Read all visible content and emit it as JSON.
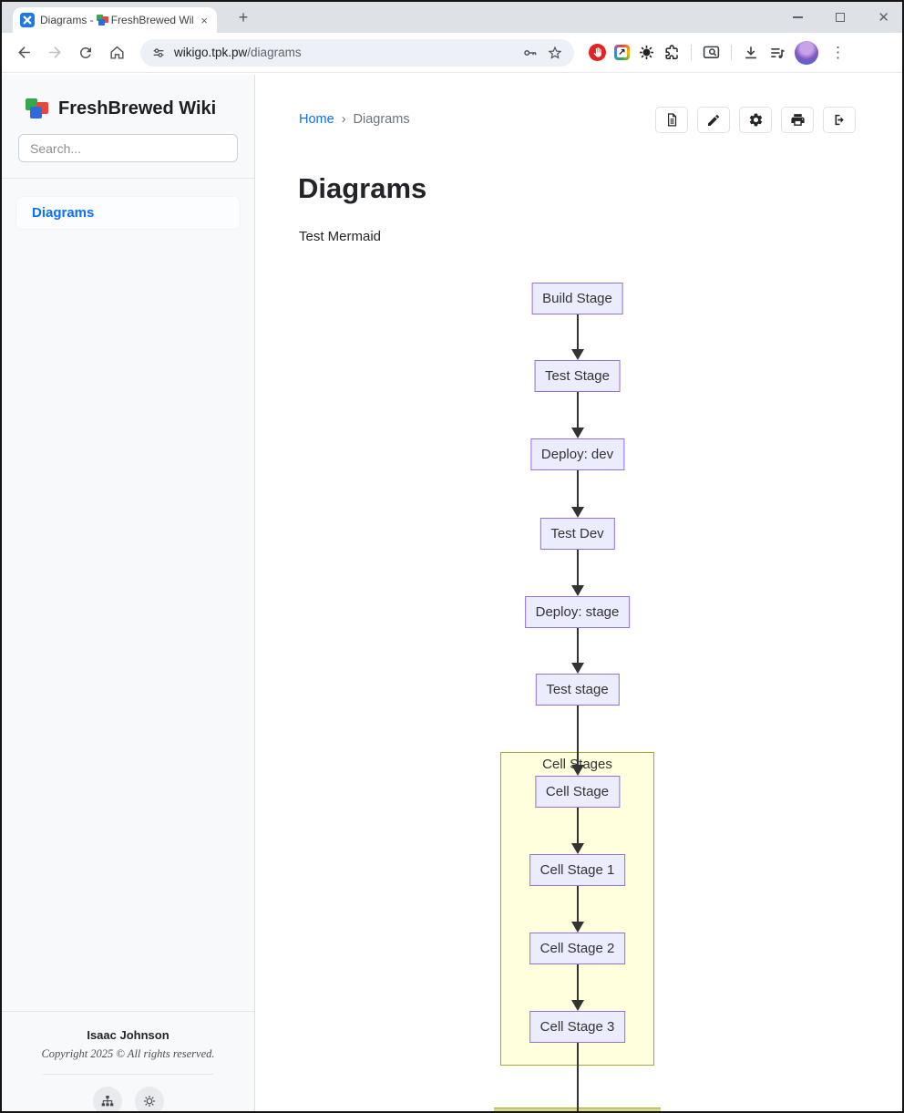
{
  "browser": {
    "tab": {
      "title_prefix": "Diagrams -",
      "title_suffix": "FreshBrewed Wik"
    },
    "address_bar": {
      "url_host": "wikigo.tpk.pw",
      "url_path": "/diagrams"
    },
    "toolbar_icons": [
      "back-icon",
      "forward-icon",
      "reload-icon",
      "home-icon",
      "tune-icon",
      "password-key-icon",
      "bookmark-star-icon",
      "adblock-hand-icon",
      "image-extension-icon",
      "sun-extension-icon",
      "extensions-puzzle-icon",
      "screen-search-icon",
      "downloads-icon",
      "media-playlist-icon",
      "profile-avatar",
      "kebab-menu-icon"
    ]
  },
  "icons": {
    "new_tab": "+",
    "tab_close": "×",
    "window_close": "✕",
    "kebab": "⋮",
    "breadcrumb_sep": "›",
    "image_arrow": "↗"
  },
  "sidebar": {
    "brand": "FreshBrewed Wiki",
    "search_placeholder": "Search...",
    "nav": [
      {
        "label": "Diagrams"
      }
    ],
    "footer": {
      "author": "Isaac Johnson",
      "copyright": "Copyright 2025 © All rights reserved.",
      "buttons": [
        "sitemap-icon",
        "gear-icon"
      ]
    }
  },
  "main": {
    "breadcrumb": {
      "home": "Home",
      "current": "Diagrams"
    },
    "title": "Diagrams",
    "subtitle": "Test Mermaid",
    "actions": [
      "source-document-icon",
      "edit-pencil-icon",
      "settings-gear-icon",
      "print-icon",
      "export-sign-out-icon"
    ]
  },
  "diagram": {
    "type": "flowchart",
    "direction": "top-down",
    "nodes": [
      "Build Stage",
      "Test Stage",
      "Deploy: dev",
      "Test Dev",
      "Deploy: stage",
      "Test stage",
      "Cell Stage",
      "Cell Stage 1",
      "Cell Stage 2",
      "Cell Stage 3"
    ],
    "edges": [
      [
        "Build Stage",
        "Test Stage"
      ],
      [
        "Test Stage",
        "Deploy: dev"
      ],
      [
        "Deploy: dev",
        "Test Dev"
      ],
      [
        "Test Dev",
        "Deploy: stage"
      ],
      [
        "Deploy: stage",
        "Test stage"
      ],
      [
        "Test stage",
        "Cell Stage"
      ],
      [
        "Cell Stage",
        "Cell Stage 1"
      ],
      [
        "Cell Stage 1",
        "Cell Stage 2"
      ],
      [
        "Cell Stage 2",
        "Cell Stage 3"
      ],
      [
        "Cell Stage 3",
        "(continues below viewport)"
      ]
    ],
    "subgraph": {
      "title": "Cell Stages",
      "members": [
        "Cell Stage",
        "Cell Stage 1",
        "Cell Stage 2",
        "Cell Stage 3"
      ]
    },
    "colors": {
      "node_fill": "#ECECFF",
      "node_border": "#9370DB",
      "subgraph_fill": "#FFFFDE",
      "subgraph_border": "#AAAA33",
      "arrow": "#333333"
    }
  }
}
